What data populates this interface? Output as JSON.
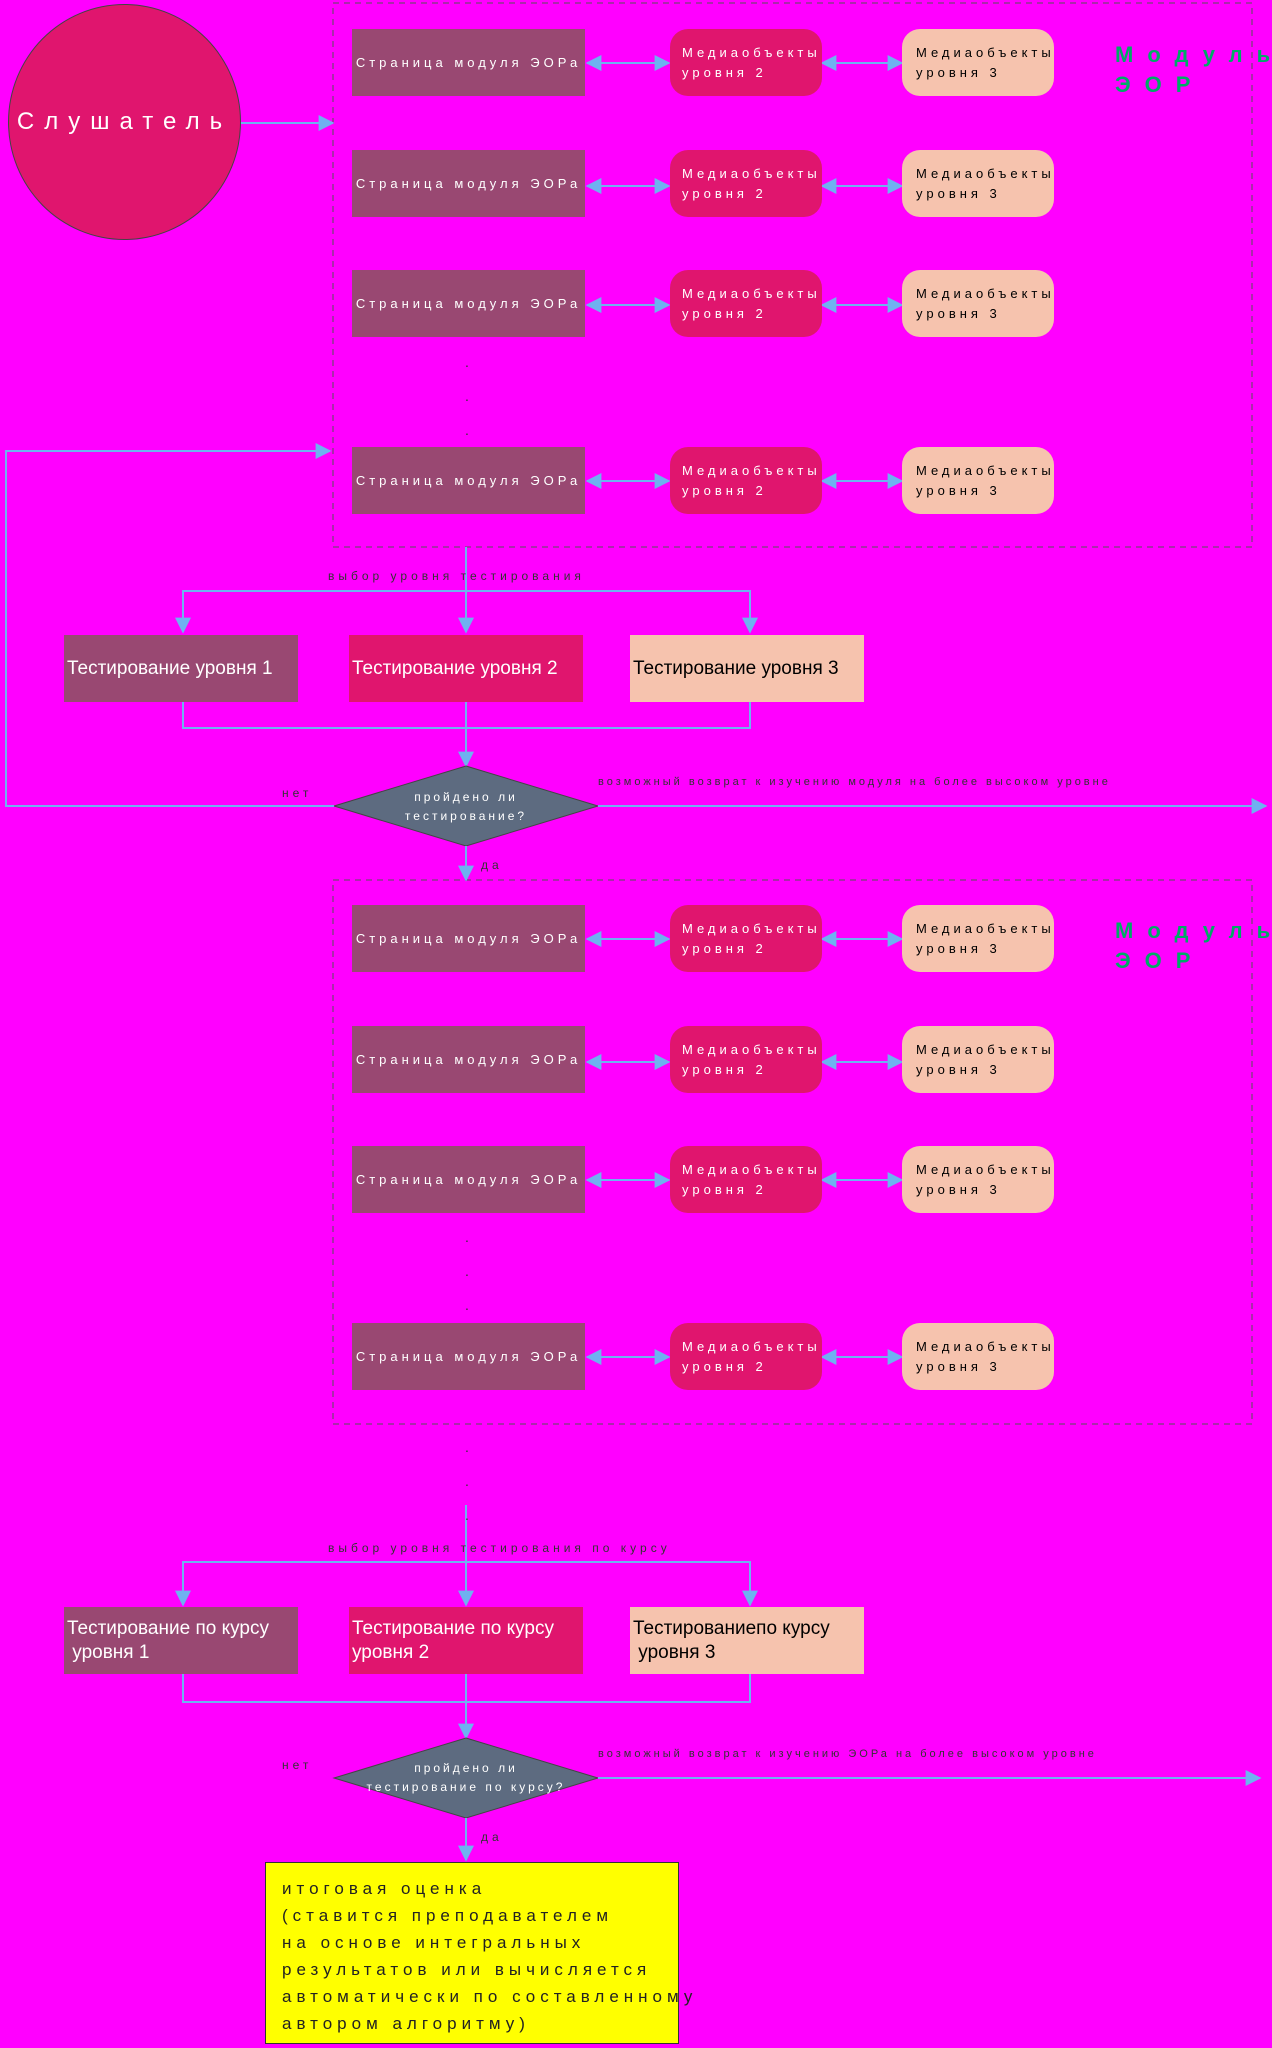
{
  "listener": "Слушатель",
  "module_label": "Модуль\nЭОР",
  "page_label": "Страница модуля ЭОРа",
  "media2_label": "Медиаобъекты\nуровня 2",
  "media3_label": "Медиаобъекты\nуровня 3",
  "level_choice": "выбор уровня тестирования",
  "level_choice_course": "выбор уровня тестирования по курсу",
  "tests": [
    "Тестирование уровня 1",
    "Тестирование уровня 2",
    "Тестирование уровня 3"
  ],
  "course_tests": [
    "Тестирование по курсу\n уровня 1",
    "Тестирование по курсу\nуровня 2",
    "Тестированиепо курсу\n уровня 3"
  ],
  "decision1": "пройдено ли\nтестирование?",
  "decision2": "пройдено ли\nтестирование по курсу?",
  "no": "нет",
  "yes": "да",
  "return1": "возможный возврат к изучению модуля на более высоком уровне",
  "return2": "возможный возврат к изучению ЭОРа на более высоком уровне",
  "dots": ".\n.\n.",
  "final": "итоговая оценка\n(ставится преподавателем\nна основе интегральных\nрезультатов или вычисляется\nавтоматически по составленному\nавтором алгоритму)",
  "colors": {
    "background": "#ff00ff",
    "page": "#994872",
    "media2": "#e0156e",
    "media3": "#f6c3ae",
    "arrow": "#6fb1f0",
    "diamond": "#5d6b80",
    "final": "#ffff00"
  }
}
